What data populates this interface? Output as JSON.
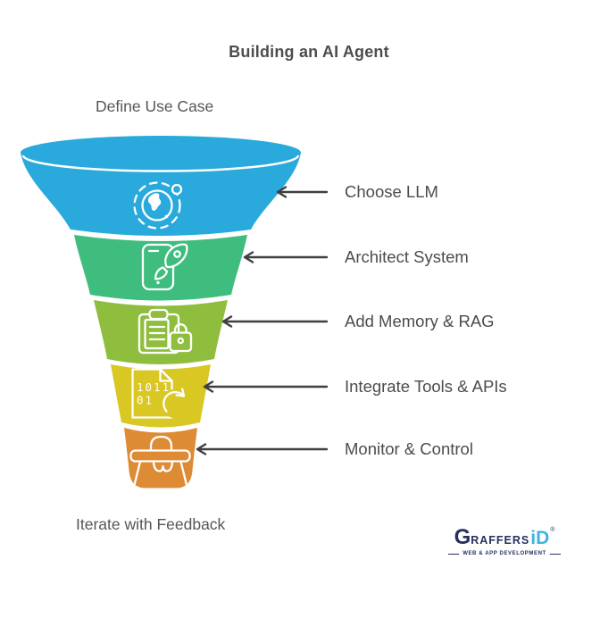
{
  "title": "Building an AI Agent",
  "annotations": {
    "top": "Define Use Case",
    "bottom": "Iterate with Feedback"
  },
  "stages": [
    {
      "label": "Choose LLM",
      "color": "#29a9dc",
      "icon": "globe-satellite-icon"
    },
    {
      "label": "Architect System",
      "color": "#3fbd7e",
      "icon": "phone-rocket-icon"
    },
    {
      "label": "Add Memory & RAG",
      "color": "#8fbe3e",
      "icon": "clipboard-lock-icon"
    },
    {
      "label": "Integrate Tools & APIs",
      "color": "#d9c724",
      "icon": "binary-document-refresh-icon"
    },
    {
      "label": "Monitor & Control",
      "color": "#de8b35",
      "icon": "person-desk-icon"
    }
  ],
  "icon_text": {
    "binary_row1": "1011",
    "binary_row2": "01"
  },
  "colors": {
    "arrow": "#3f3f3f",
    "text": "#4c4c4c"
  },
  "logo": {
    "part_g": "G",
    "part_raffers": "RAFFERS",
    "part_id": "iD",
    "registered": "®",
    "tagline": "WEB & APP DEVELOPMENT"
  }
}
